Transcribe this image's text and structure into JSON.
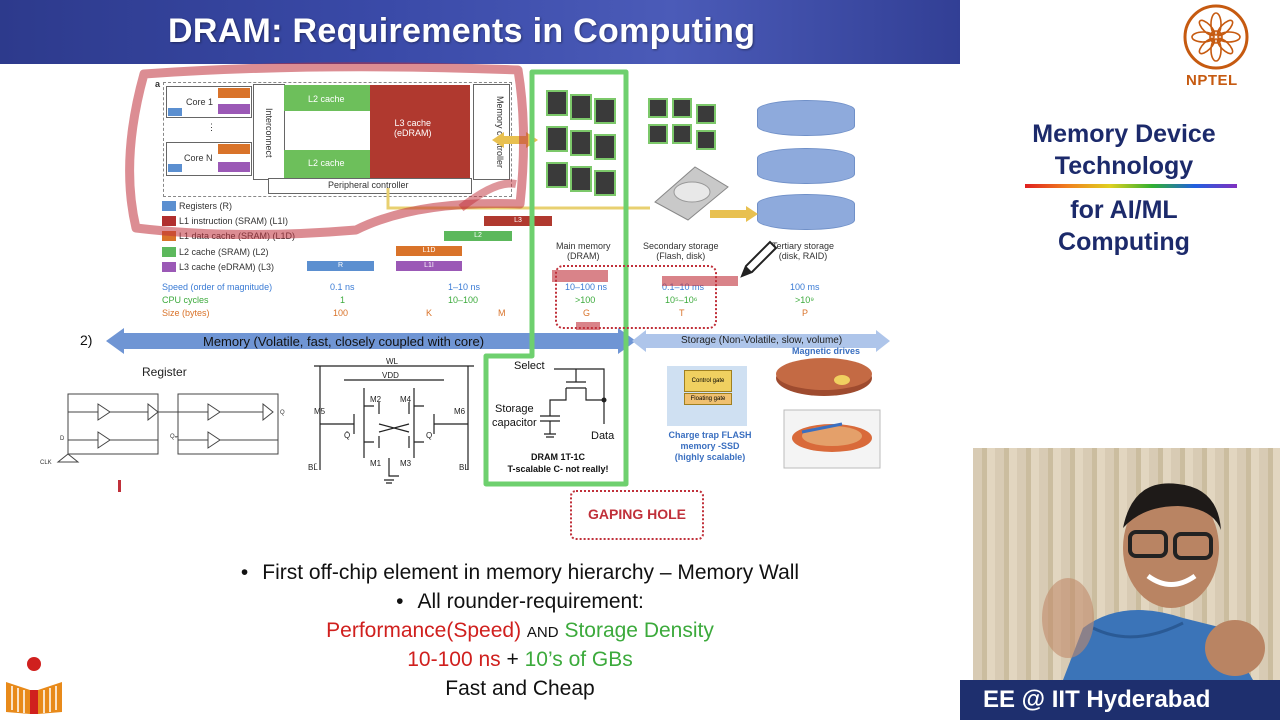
{
  "slide": {
    "title": "DRAM: Requirements in Computing",
    "sidebar_title_line1": "Memory Device",
    "sidebar_title_line2": "Technology",
    "sidebar_sub_line1": "for AI/ML",
    "sidebar_sub_line2": "Computing",
    "logo_text": "NPTEL",
    "banner": "EE @ IIT Hyderabad"
  },
  "diagram": {
    "panel_label": "a",
    "core1": "Core 1",
    "coreN": "Core N",
    "dots": "⋮",
    "interconnect": "Interconnect",
    "l2_top": "L2 cache",
    "l2_bottom": "L2 cache",
    "l3": "L3 cache\n(eDRAM)",
    "memctrl": "Memory controller",
    "peripheral": "Peripheral controller",
    "legend": [
      {
        "label": "Registers (R)",
        "color": "#5b8fd0"
      },
      {
        "label": "L1 instruction (SRAM) (L1I)",
        "color": "#b02e2e"
      },
      {
        "label": "L1 data cache (SRAM) (L1D)",
        "color": "#d9732a"
      },
      {
        "label": "L2 cache (SRAM) (L2)",
        "color": "#5cb85c"
      },
      {
        "label": "L3 cache (eDRAM) (L3)",
        "color": "#9b59b6"
      }
    ],
    "bars": {
      "l3": "L3",
      "l2": "L2",
      "l1d": "L1D",
      "l1i": "L1I",
      "r": "R"
    },
    "main_memory": "Main memory\n(DRAM)",
    "secondary": "Secondary storage\n(Flash, disk)",
    "tertiary": "Tertiary storage\n(disk, RAID)",
    "speed_label": "Speed (order of magnitude)",
    "cpu_label": "CPU cycles",
    "size_label": "Size (bytes)",
    "speed_vals": [
      "0.1 ns",
      "1–10 ns",
      "10–100 ns",
      "0.1–10 ms",
      "100 ms"
    ],
    "cpu_vals": [
      "1",
      "10–100",
      ">100",
      "10⁵–10⁶",
      ">10⁹"
    ],
    "size_vals": [
      "100",
      "K",
      "M",
      "G",
      "T",
      "P"
    ],
    "item_num": "2)",
    "memory_arrow": "Memory (Volatile, fast, closely coupled with core)",
    "storage_arrow": "Storage (Non-Volatile, slow, volume)",
    "register_title": "Register",
    "sram_labels": {
      "wl": "WL",
      "vdd": "VDD",
      "m5": "M5",
      "m2": "M2",
      "m4": "M4",
      "m6": "M6",
      "q": "Q",
      "qbar": "Q̄",
      "m1": "M1",
      "m3": "M3",
      "bl": "BL",
      "blbar": "BL̄"
    },
    "dram_select": "Select",
    "dram_storage": "Storage\ncapacitor",
    "dram_data": "Data",
    "dram_caption_1": "DRAM 1T-1C",
    "dram_caption_2": "T-scalable C- not really!",
    "flash_control": "Control gate",
    "flash_floating": "Floating gate",
    "flash_caption": "Charge trap FLASH\nmemory -SSD\n(highly scalable)",
    "magnetic": "Magnetic drives",
    "gaping_hole": "GAPING HOLE"
  },
  "bullets": {
    "line1": "First off-chip element in memory hierarchy – Memory Wall",
    "line2": "All rounder-requirement:",
    "perf": "Performance(Speed)",
    "and": "AND",
    "density": "Storage Density",
    "ns": "10-100 ns",
    "plus": "+",
    "gbs": "10’s of GBs",
    "line5": "Fast and Cheap"
  },
  "colors": {
    "title_bar": "#2d3a8c",
    "red_text": "#d0201e",
    "green_text": "#3caa3c",
    "memory_arrow": "#6f95d4",
    "storage_arrow": "#aec5ea",
    "highlight_green": "#6ed06e",
    "annotation_red": "#c0303a"
  }
}
